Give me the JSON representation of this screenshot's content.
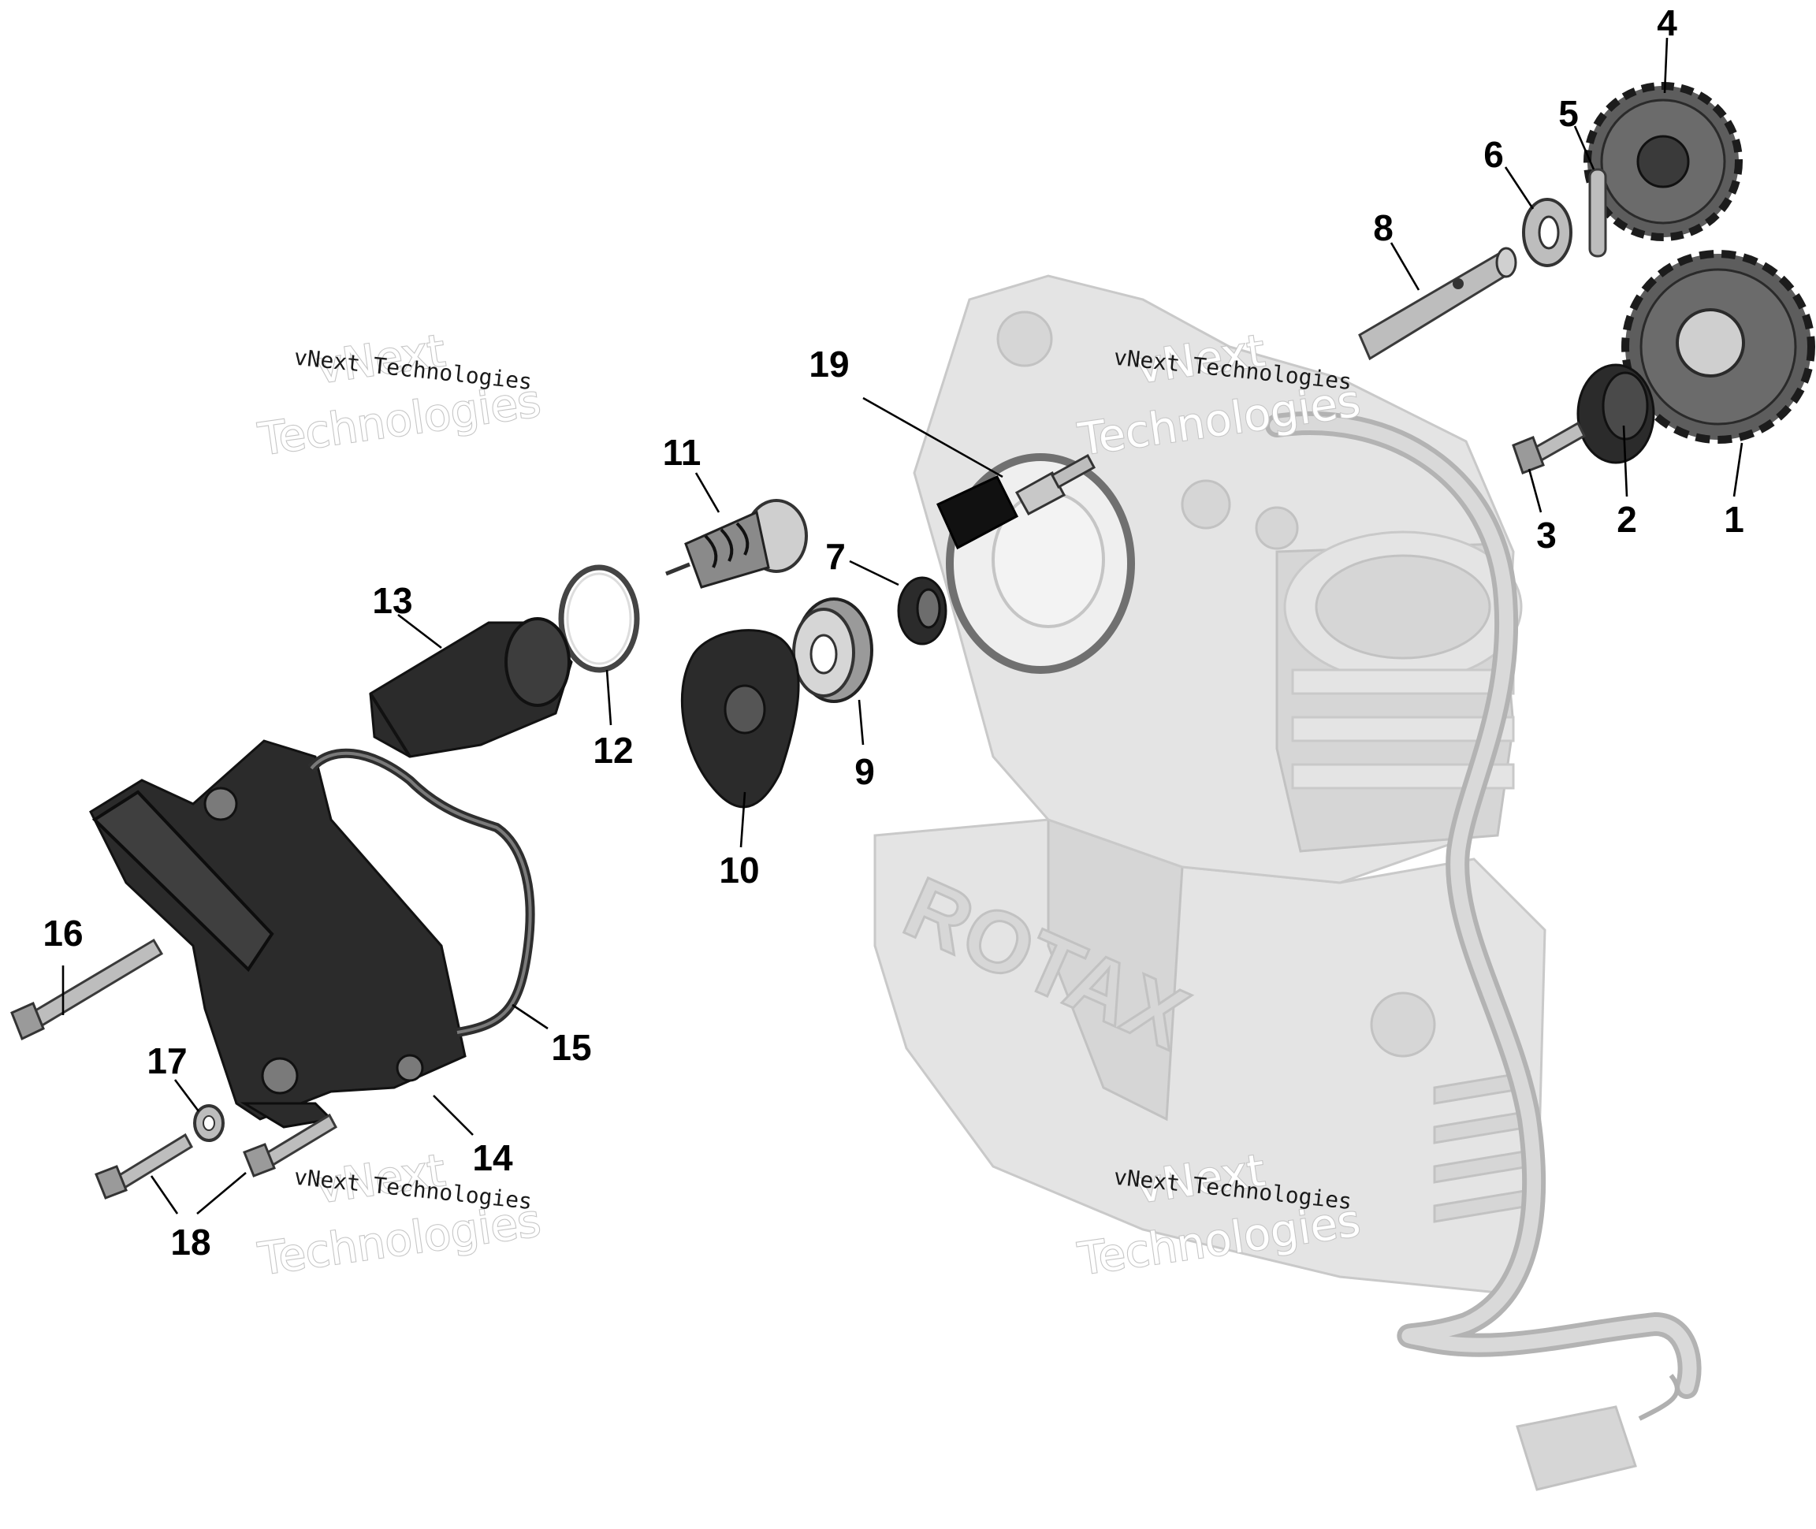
{
  "diagram": {
    "callouts": [
      "1",
      "2",
      "3",
      "4",
      "5",
      "6",
      "7",
      "8",
      "9",
      "10",
      "11",
      "12",
      "13",
      "14",
      "15",
      "16",
      "17",
      "18",
      "19"
    ],
    "watermark": {
      "line_small": "vNext Technologies",
      "line_big_1": "vNext",
      "line_big_2": "Technologies"
    },
    "engine_logo": "ROTAX",
    "colors": {
      "part_dark": "#2b2b2b",
      "part_mid": "#6b6b6b",
      "engine_ghost": "#e4e4e4",
      "leader": "#000000"
    }
  }
}
